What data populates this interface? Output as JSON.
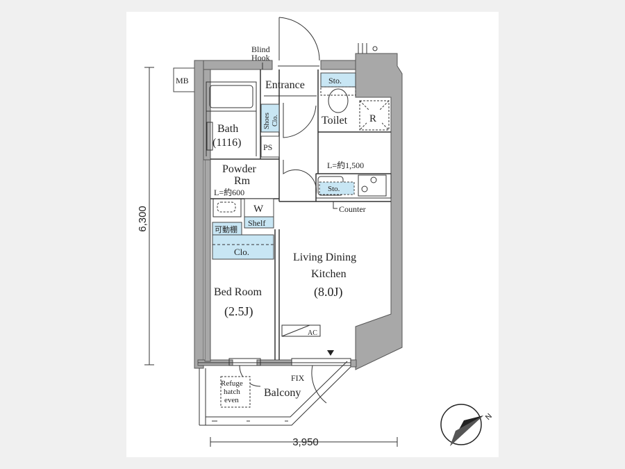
{
  "dimensions": {
    "height": "6,300",
    "width": "3,950"
  },
  "rooms": {
    "entrance": "Entrance",
    "toilet": "Toilet",
    "toilet_storage": "Sto.",
    "refrigerator": "R",
    "bath": "Bath",
    "bath_size": "(1116)",
    "powder_room_line1": "Powder",
    "powder_room_line2": "Rm",
    "powder_width": "L=約600",
    "washer": "W",
    "shelf": "Shelf",
    "movable_shelf": "可動棚",
    "closet": "Clo.",
    "shoes_closet_line1": "Shoes",
    "shoes_closet_line2": "Clo.",
    "pipe_space": "PS",
    "kitchen_width": "L=約1,500",
    "kitchen_storage": "Sto.",
    "counter": "Counter",
    "ldk_line1": "Living Dining",
    "ldk_line2": "Kitchen",
    "ldk_size": "(8.0J)",
    "bedroom": "Bed Room",
    "bedroom_size": "(2.5J)",
    "ac": "AC",
    "fix": "FIX",
    "balcony": "Balcony",
    "refuge_line1": "Refuge",
    "refuge_line2": "hatch",
    "refuge_line3": "even",
    "meter_box": "MB",
    "blind_line1": "Blind",
    "blind_line2": "Hook"
  },
  "compass": {
    "label": "N"
  },
  "colors": {
    "wall": "#a8a8a8",
    "storage": "#c8e6f4",
    "line": "#333333"
  }
}
